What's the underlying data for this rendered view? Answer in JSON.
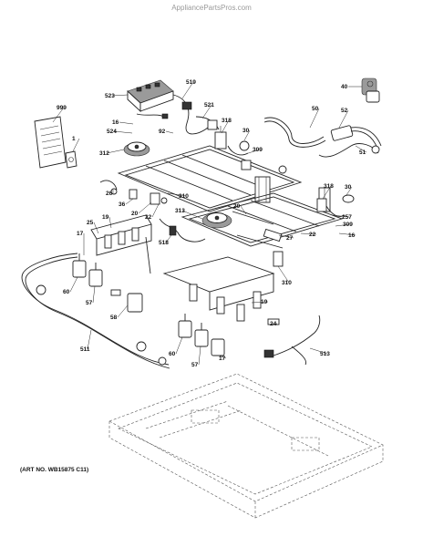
{
  "header": {
    "watermark": "AppliancePartsPros.com"
  },
  "footer": {
    "art_number": "(ART NO. WB15875 C11)"
  },
  "callouts": [
    {
      "label": "999"
    },
    {
      "label": "523"
    },
    {
      "label": "519"
    },
    {
      "label": "40"
    },
    {
      "label": "521"
    },
    {
      "label": "524"
    },
    {
      "label": "16"
    },
    {
      "label": "92"
    },
    {
      "label": "318"
    },
    {
      "label": "50"
    },
    {
      "label": "52"
    },
    {
      "label": "1"
    },
    {
      "label": "312"
    },
    {
      "label": "30"
    },
    {
      "label": "309"
    },
    {
      "label": "51"
    },
    {
      "label": "26"
    },
    {
      "label": "36"
    },
    {
      "label": "20"
    },
    {
      "label": "22"
    },
    {
      "label": "310"
    },
    {
      "label": "318"
    },
    {
      "label": "30"
    },
    {
      "label": "19"
    },
    {
      "label": "25"
    },
    {
      "label": "313"
    },
    {
      "label": "20"
    },
    {
      "label": "257"
    },
    {
      "label": "309"
    },
    {
      "label": "16"
    },
    {
      "label": "27"
    },
    {
      "label": "22"
    },
    {
      "label": "518"
    },
    {
      "label": "17"
    },
    {
      "label": "310"
    },
    {
      "label": "60"
    },
    {
      "label": "57"
    },
    {
      "label": "19"
    },
    {
      "label": "58"
    },
    {
      "label": "24"
    },
    {
      "label": "511"
    },
    {
      "label": "60"
    },
    {
      "label": "17"
    },
    {
      "label": "57"
    },
    {
      "label": "513"
    }
  ]
}
